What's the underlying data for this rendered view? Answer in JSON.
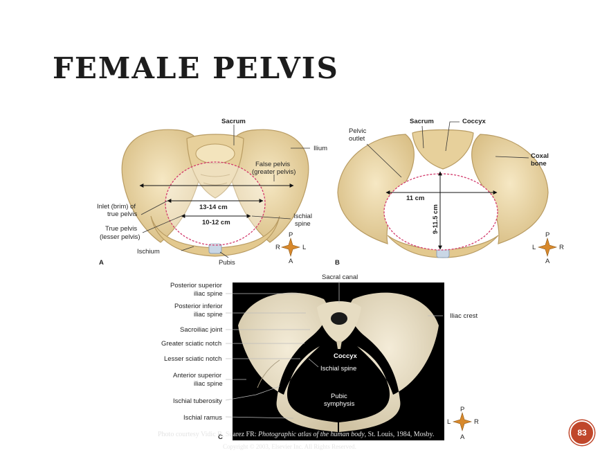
{
  "slide": {
    "title": "FEMALE PELVIS",
    "page_number": "83"
  },
  "panel_a": {
    "letter": "A",
    "labels": {
      "sacrum": "Sacrum",
      "ilium": "Ilium",
      "false_pelvis_1": "False pelvis",
      "false_pelvis_2": "(greater pelvis)",
      "inlet_1": "Inlet (brim) of",
      "inlet_2": "true pelvis",
      "true_pelvis_1": "True pelvis",
      "true_pelvis_2": "(lesser pelvis)",
      "ischium": "Ischium",
      "pubis": "Pubis",
      "dim_upper": "13-14 cm",
      "dim_lower": "10-12 cm",
      "ischial_spine_1": "Ischial",
      "ischial_spine_2": "spine"
    },
    "compass": {
      "top": "P",
      "bottom": "A",
      "left": "R",
      "right": "L"
    }
  },
  "panel_b": {
    "letter": "B",
    "labels": {
      "sacrum": "Sacrum",
      "coccyx": "Coccyx",
      "pelvic_outlet_1": "Pelvic",
      "pelvic_outlet_2": "outlet",
      "coxal_1": "Coxal",
      "coxal_2": "bone",
      "dim_horizontal": "11 cm",
      "dim_vertical": "9-11.5 cm"
    },
    "compass": {
      "top": "P",
      "bottom": "A",
      "left": "L",
      "right": "R"
    }
  },
  "panel_c": {
    "letter": "C",
    "labels": {
      "sacral_canal": "Sacral canal",
      "psis_1": "Posterior superior",
      "psis_2": "iliac spine",
      "piis_1": "Posterior inferior",
      "piis_2": "iliac spine",
      "si_joint": "Sacroiliac joint",
      "greater_notch": "Greater sciatic notch",
      "lesser_notch": "Lesser sciatic notch",
      "asis_1": "Anterior superior",
      "asis_2": "iliac spine",
      "ischial_tuberosity": "Ischial tuberosity",
      "ischial_ramus": "Ischial ramus",
      "iliac_crest": "Iliac crest",
      "coccyx": "Coccyx",
      "ischial_spine": "Ischial spine",
      "pubic_1": "Pubic",
      "pubic_2": "symphysis"
    },
    "compass": {
      "top": "P",
      "bottom": "A",
      "left": "L",
      "right": "R"
    }
  },
  "credits": {
    "photo_prefix": "Photo courtesy Vidic B, Suarez FR: ",
    "photo_title": "Photographic atlas of the human body",
    "photo_suffix": ", St. Louis, 1984, Mosby.",
    "copyright": "Copyright © 2003, Elsevier Inc. All Rights Reserved."
  },
  "colors": {
    "bone": "#ecd9a8",
    "bone_edge": "#b89b62",
    "outline": "#d2396b",
    "photo_bg": "#000000",
    "badge": "#c0472b"
  }
}
